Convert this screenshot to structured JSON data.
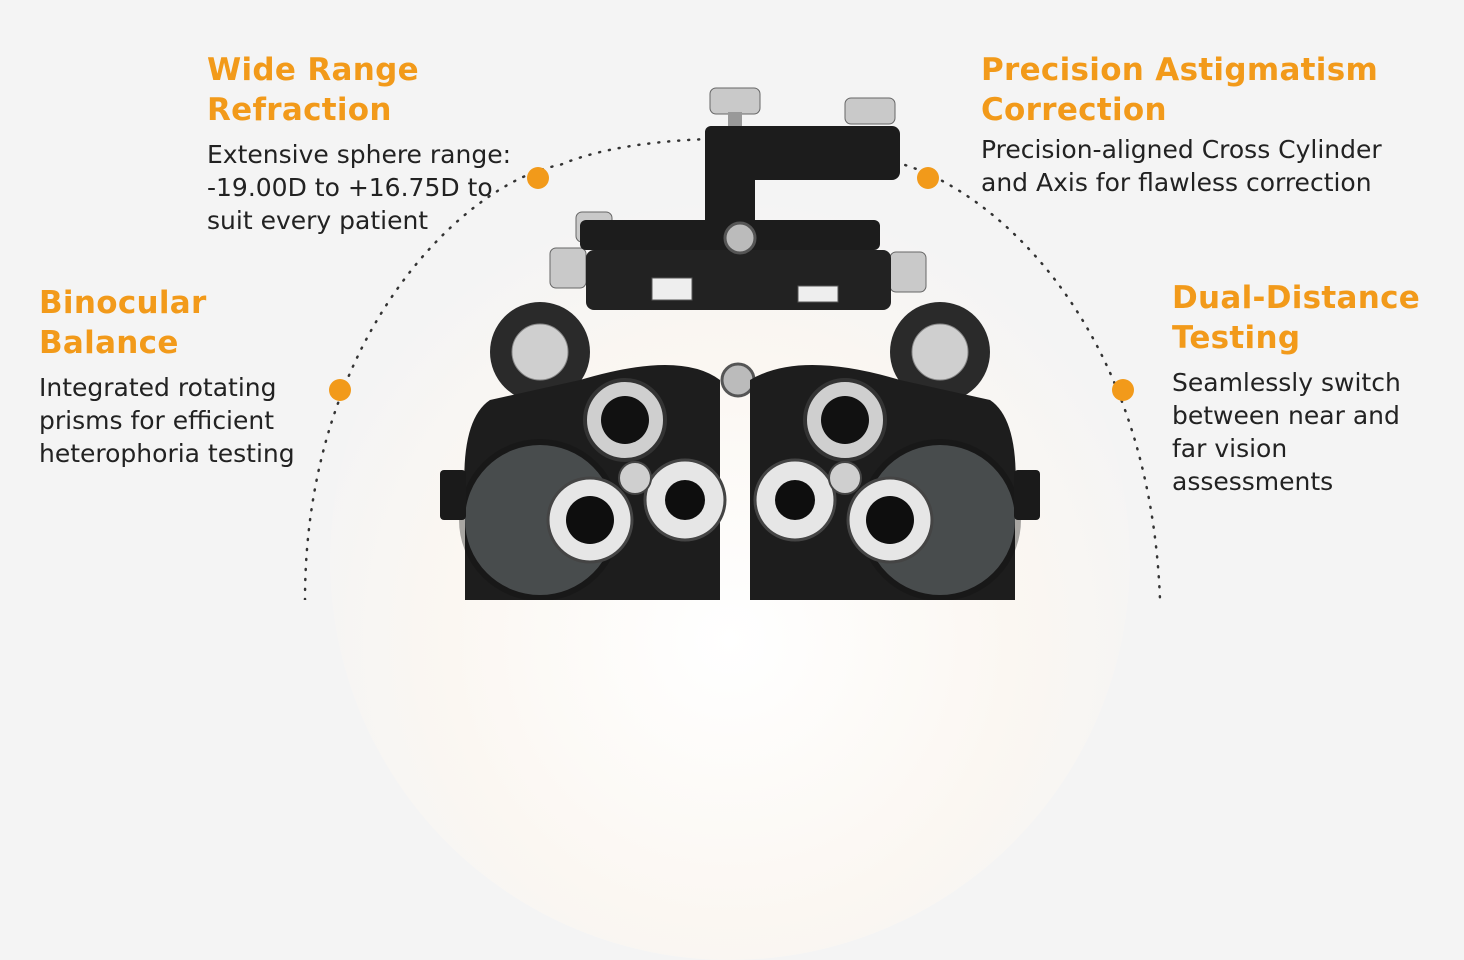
{
  "accent_color": "#f29a1a",
  "product_image": "phoropter-refractor-icon",
  "features": [
    {
      "title": "Wide Range Refraction",
      "description": "Extensive sphere range:\n-19.00D to +16.75D to\nsuit every patient"
    },
    {
      "title": "Precision Astigmatism Correction",
      "description": "Precision-aligned Cross Cylinder\nand Axis for flawless correction"
    },
    {
      "title": "Binocular Balance",
      "description": "Integrated rotating\nprisms for efficient\nheterophoria testing"
    },
    {
      "title": "Dual-Distance Testing",
      "description": "Seamlessly switch\nbetween near and\nfar vision\nassessments"
    }
  ]
}
